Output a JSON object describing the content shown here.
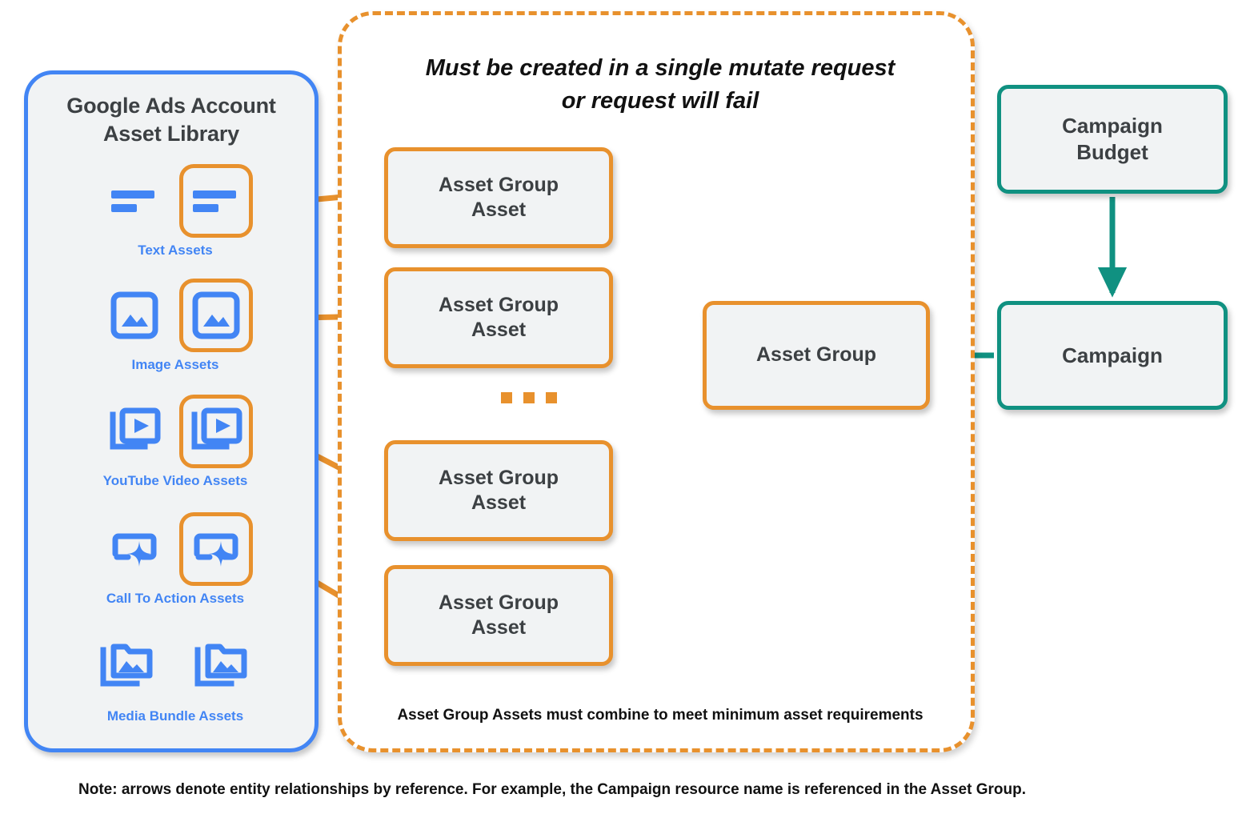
{
  "library": {
    "title": "Google Ads Account\nAsset Library",
    "title_line1": "Google Ads Account",
    "title_line2": "Asset Library",
    "border_color": "#4285f4",
    "fill_color": "#f1f3f4",
    "assets": [
      {
        "label": "Text Assets",
        "icon": "text-lines-icon",
        "highlighted": true
      },
      {
        "label": "Image Assets",
        "icon": "image-picture-icon",
        "highlighted": true
      },
      {
        "label": "YouTube Video  Assets",
        "icon": "video-play-stack-icon",
        "highlighted": true
      },
      {
        "label": "Call To Action Assets",
        "icon": "call-to-action-sparkle-icon",
        "highlighted": true
      },
      {
        "label": "Media Bundle  Assets",
        "icon": "media-bundle-folder-icon",
        "highlighted": false
      }
    ]
  },
  "mutate_panel": {
    "title_line1": "Must be created in a single mutate request",
    "title_line2": "or request will fail",
    "footnote": "Asset Group Assets must combine to meet minimum asset requirements",
    "border_color": "#e8912d",
    "border_style": "dashed"
  },
  "nodes": {
    "asset_group_assets": [
      {
        "line1": "Asset Group",
        "line2": "Asset"
      },
      {
        "line1": "Asset Group",
        "line2": "Asset"
      },
      {
        "line1": "Asset Group",
        "line2": "Asset"
      },
      {
        "line1": "Asset Group",
        "line2": "Asset"
      }
    ],
    "asset_group": {
      "label": "Asset Group",
      "color": "#e8912d"
    },
    "campaign_budget": {
      "line1": "Campaign",
      "line2": "Budget",
      "color": "#109181"
    },
    "campaign": {
      "label": "Campaign",
      "color": "#109181"
    }
  },
  "ellipsis": {
    "glyph": "...",
    "color": "#e8912d"
  },
  "footer": {
    "note": "Note: arrows denote entity relationships by reference. For example, the Campaign resource name is referenced in the Asset Group."
  },
  "colors": {
    "orange": "#e8912d",
    "blue": "#4285f4",
    "teal": "#109181",
    "node_fill": "#f1f3f4",
    "text_dark": "#3c4043",
    "text_black": "#111111"
  }
}
